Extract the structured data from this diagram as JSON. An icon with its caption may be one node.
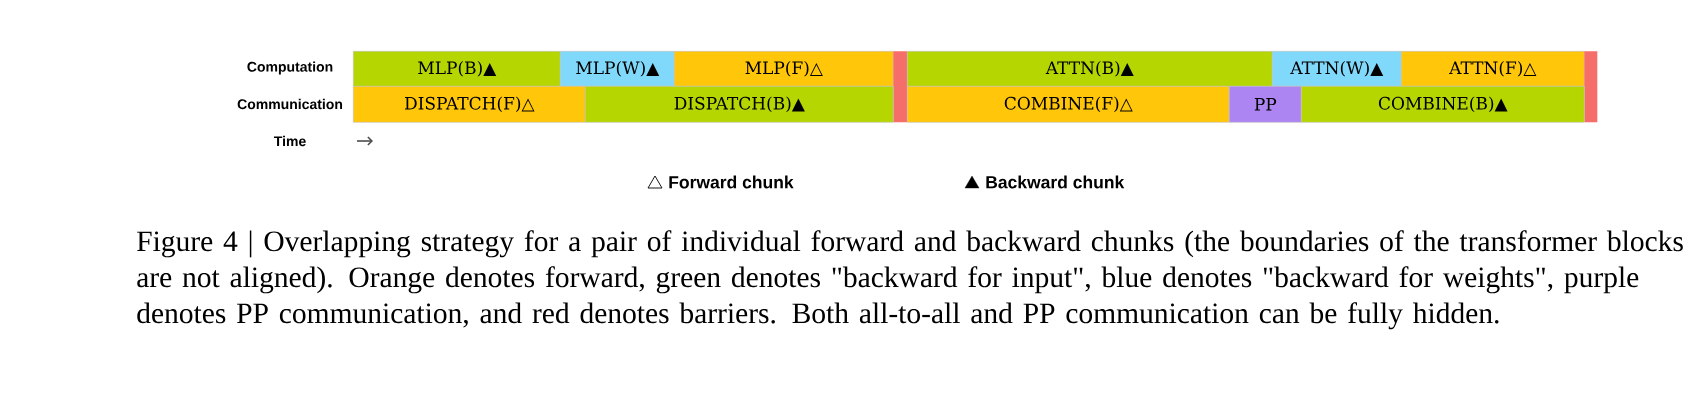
{
  "diagram": {
    "caption": "Figure 4 | Overlapping strategy for a pair of individual forward and backward chunks (the boundaries of the transformer blocks are not aligned). Orange denotes forward, green denotes \"backward for input\", blue denotes \"backward for weights\", purple denotes PP communication, and red denotes barriers. Both all-to-all and PP communication can be fully hidden.",
    "nodes": [
      {
        "text": [
          "MLP(B)▲"
        ]
      },
      {
        "text": [
          "MLP(W)▲"
        ]
      },
      {
        "text": [
          "MLP(F)△"
        ]
      },
      {
        "text": [],
        "shape": "bar"
      },
      {
        "text": [
          "ATTN(B)▲"
        ]
      },
      {
        "text": [
          "ATTN(W)▲"
        ]
      },
      {
        "text": [
          "ATTN(F)△"
        ]
      },
      {
        "text": [],
        "shape": "bar"
      },
      {
        "text": [
          "DISPATCH(F)△"
        ]
      },
      {
        "text": [
          "DISPATCH(B)▲"
        ]
      },
      {
        "text": [
          "COMBINE(F)△"
        ]
      },
      {
        "text": [
          "PP"
        ]
      },
      {
        "text": [
          "COMBINE(B)▲"
        ]
      }
    ],
    "labels": [
      "Computation",
      "Communication",
      "Time"
    ],
    "legend": [
      {
        "text": "Forward chunk"
      },
      {
        "text": "Backward chunk"
      }
    ]
  }
}
